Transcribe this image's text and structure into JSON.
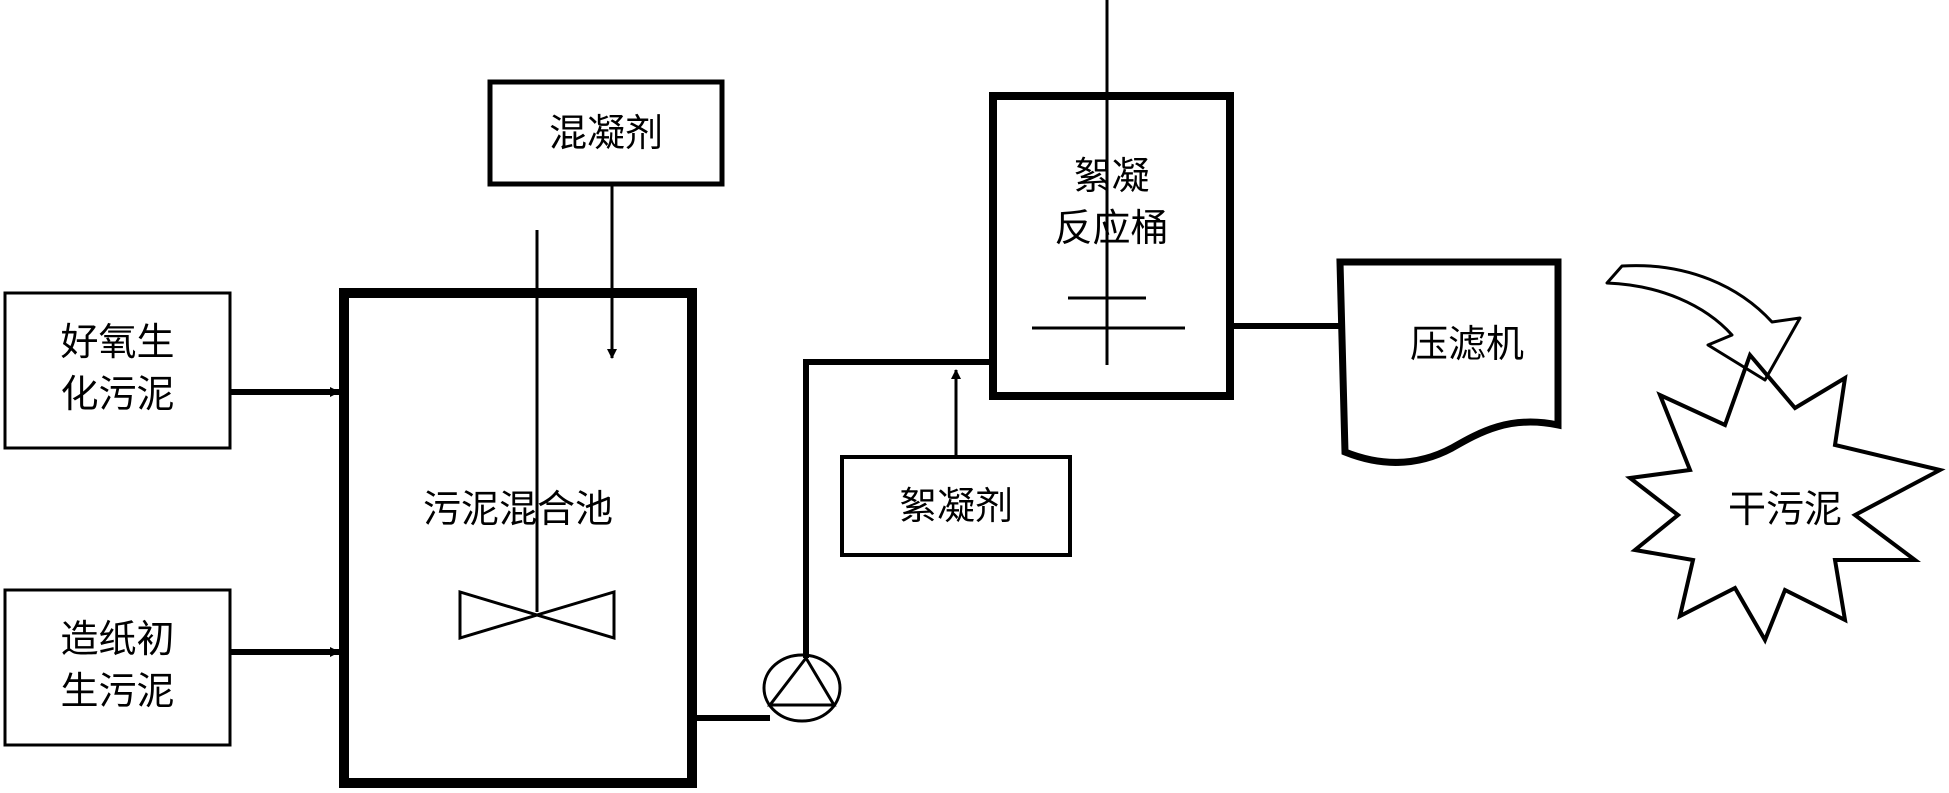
{
  "nodes": {
    "aerobic_sludge": {
      "line1": "好氧生",
      "line2": "化污泥"
    },
    "paper_sludge": {
      "line1": "造纸初",
      "line2": "生污泥"
    },
    "coagulant": {
      "label": "混凝剂"
    },
    "mixing_tank": {
      "label": "污泥混合池"
    },
    "flocculation_bucket": {
      "line1": "絮凝",
      "line2": "反应桶"
    },
    "flocculant": {
      "label": "絮凝剂"
    },
    "filter_press": {
      "label": "压滤机"
    },
    "dry_sludge": {
      "label": "干污泥"
    }
  }
}
